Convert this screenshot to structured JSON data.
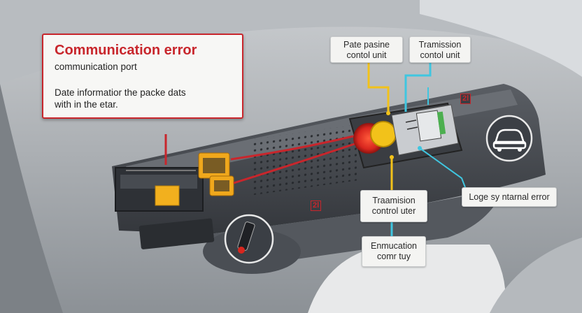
{
  "error_panel": {
    "title": "Communication error",
    "subtitle": "communication port",
    "body_line1": "Date informatior the packe dats",
    "body_line2": "with in the etar."
  },
  "labels": {
    "top_left": [
      "Pate pasine",
      "contol unit"
    ],
    "top_right": [
      "Tramission",
      "contol unit"
    ],
    "middle": [
      "Traamision",
      "control uter"
    ],
    "bottom": [
      "Enmucation",
      "comr tuy"
    ],
    "right": "Loge sy ntarnal error"
  },
  "badges": {
    "upper": "2l",
    "lower": "2l"
  },
  "colors": {
    "error_red": "#c8262c",
    "signal_yellow": "#f2c21a",
    "signal_cyan": "#3fc6e0",
    "dash_dark": "#3b3f45",
    "module_orange": "#f0a81c"
  },
  "icons": [
    "car-icon",
    "probe-icon",
    "connector-icon",
    "module-icon"
  ]
}
